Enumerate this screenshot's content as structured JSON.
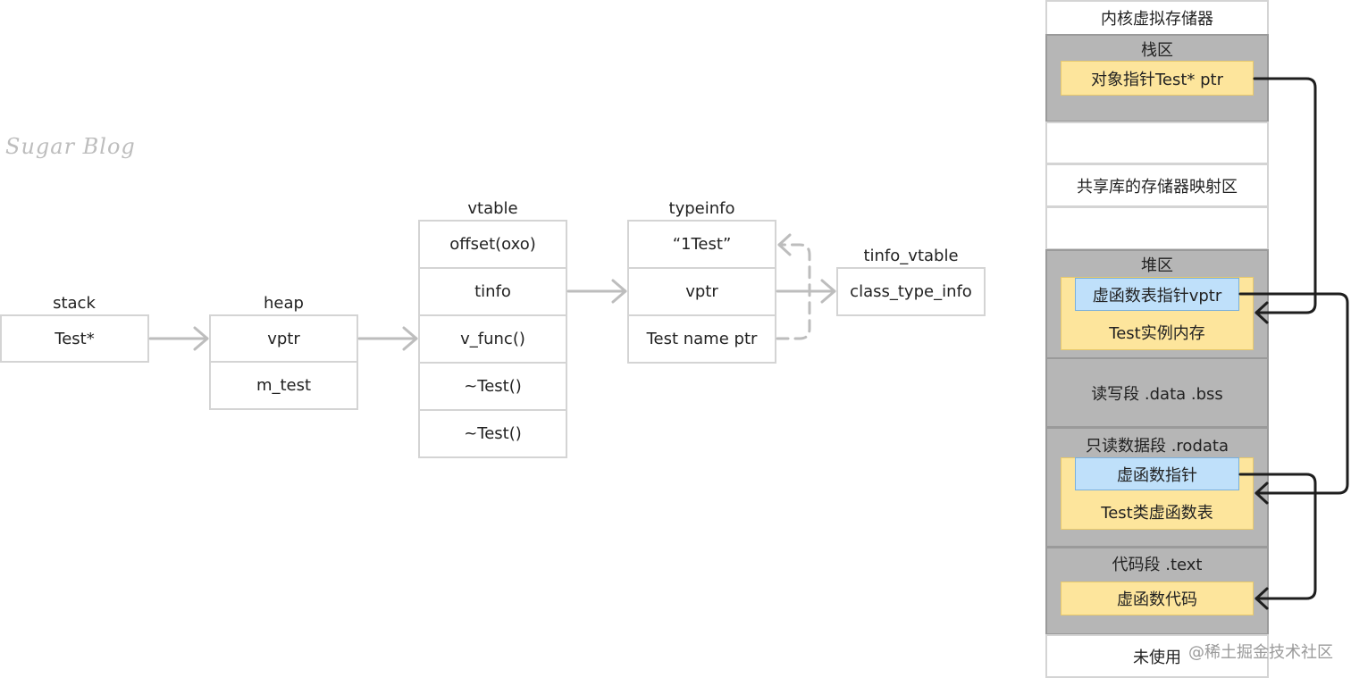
{
  "watermark": "Sugar Blog",
  "credit": "@稀土掘金技术社区",
  "stack": {
    "title": "stack",
    "cells": [
      "Test*"
    ]
  },
  "heap": {
    "title": "heap",
    "cells": [
      "vptr",
      "m_test"
    ]
  },
  "vtable": {
    "title": "vtable",
    "cells": [
      "offset(oxo)",
      "tinfo",
      "v_func()",
      "~Test()",
      "~Test()"
    ]
  },
  "typeinfo": {
    "title": "typeinfo",
    "cells": [
      "“1Test”",
      "vptr",
      "Test name ptr"
    ]
  },
  "tinfo_vtable": {
    "title": "tinfo_vtable",
    "cells": [
      "class_type_info"
    ]
  },
  "memory": {
    "kernel": "内核虚拟存储器",
    "stack_area": "栈区",
    "stack_ptr": "对象指针Test* ptr",
    "shared": "共享库的存储器映射区",
    "heap_area": "堆区",
    "heap_vptr": "虚函数表指针vptr",
    "heap_instance": "Test实例内存",
    "rw_segment": "读写段 .data .bss",
    "ro_segment": "只读数据段 .rodata",
    "ro_vfunc_ptr": "虚函数指针",
    "ro_vtable": "Test类虚函数表",
    "code_segment": "代码段 .text",
    "code_vfunc": "虚函数代码",
    "unused": "未使用"
  },
  "colors": {
    "gray_area": "#b6b6b6",
    "yellow_box": "#fde59c",
    "blue_box": "#bfe0fa",
    "arrow_light": "#bdbdbd",
    "arrow_dark": "#1e1e1e"
  }
}
